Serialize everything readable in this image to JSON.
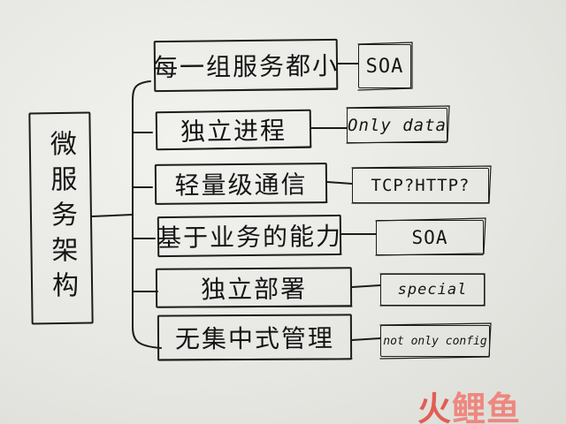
{
  "root": {
    "label": "微服务架构"
  },
  "branches": [
    {
      "label": "每一组服务都小",
      "note": "SOA"
    },
    {
      "label": "独立进程",
      "note": "Only data"
    },
    {
      "label": "轻量级通信",
      "note": "TCP?HTTP?"
    },
    {
      "label": "基于业务的能力",
      "note": "SOA"
    },
    {
      "label": "独立部署",
      "note": "special"
    },
    {
      "label": "无集中式管理",
      "note": "not only config"
    }
  ],
  "watermark": {
    "part1": "火",
    "part2": "鲤鱼"
  }
}
